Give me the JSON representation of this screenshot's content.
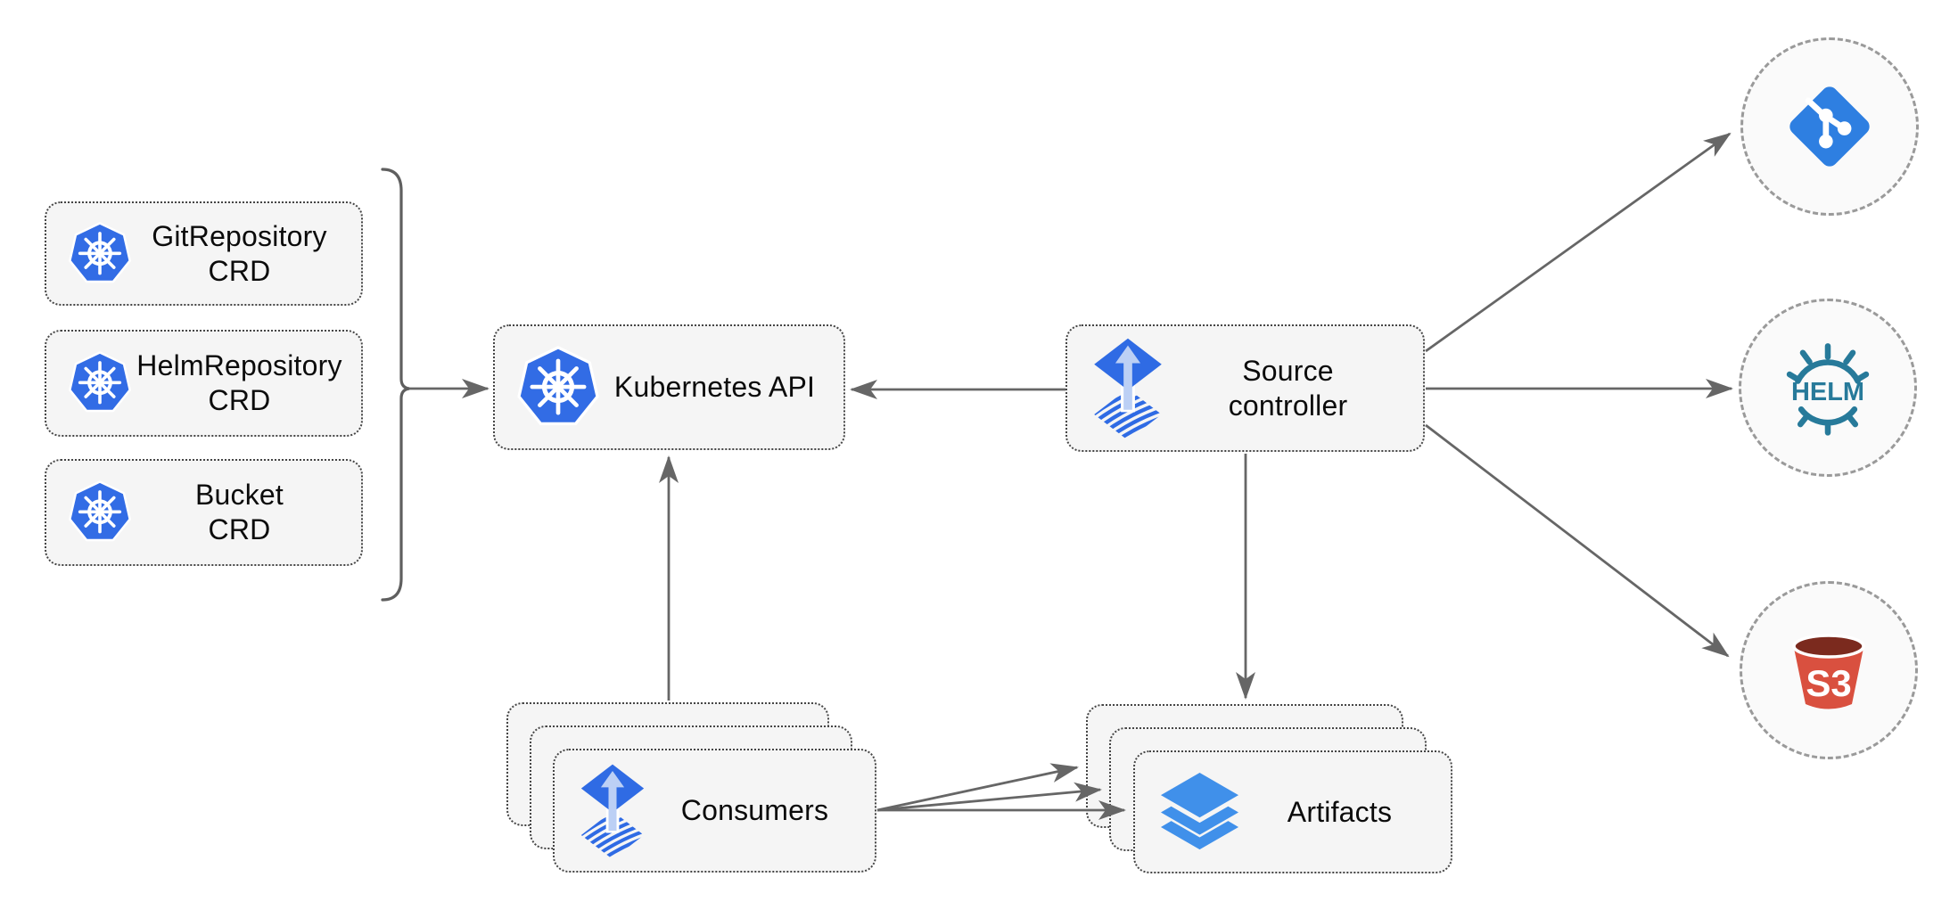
{
  "nodes": {
    "crd_boxes": [
      {
        "line1": "GitRepository",
        "line2": "CRD"
      },
      {
        "line1": "HelmRepository",
        "line2": "CRD"
      },
      {
        "line1": "Bucket",
        "line2": "CRD"
      }
    ],
    "kubernetes_api": {
      "label": "Kubernetes API"
    },
    "source_controller": {
      "line1": "Source",
      "line2": "controller"
    },
    "consumers": {
      "label": "Consumers"
    },
    "artifacts": {
      "label": "Artifacts"
    },
    "external_sources": {
      "git": {
        "icon": "git-icon"
      },
      "helm": {
        "icon": "helm-icon",
        "label": "HELM"
      },
      "s3": {
        "icon": "s3-bucket-icon",
        "label": "S3"
      }
    }
  },
  "connections": [
    {
      "from": "crd-boxes-bracket",
      "to": "kubernetes-api"
    },
    {
      "from": "source-controller",
      "to": "kubernetes-api"
    },
    {
      "from": "consumers",
      "to": "kubernetes-api"
    },
    {
      "from": "source-controller",
      "to": "artifacts"
    },
    {
      "from": "source-controller",
      "to": "git"
    },
    {
      "from": "source-controller",
      "to": "helm"
    },
    {
      "from": "source-controller",
      "to": "s3"
    },
    {
      "from": "consumers",
      "to": "artifacts-back"
    },
    {
      "from": "consumers",
      "to": "artifacts-middle"
    },
    {
      "from": "consumers",
      "to": "artifacts-front"
    }
  ],
  "icons": {
    "kubernetes": "kubernetes-logo-icon",
    "flux": "flux-logo-icon",
    "artifacts": "layers-icon",
    "git": "git-icon",
    "helm": "helm-icon",
    "s3": "s3-bucket-icon"
  },
  "colors": {
    "kubernetes_blue": "#326CE5",
    "flux_blue": "#2F6BE4",
    "flux_arrow_light": "#BCD0F5",
    "layers_blue": "#4090EA",
    "git_blue": "#2E7FE1",
    "helm_teal": "#277A9A",
    "s3_red": "#D9503F",
    "s3_dark_red": "#7B2A1E",
    "node_fill": "#F5F5F5",
    "node_border": "#454545",
    "connector_gray": "#666666",
    "circle_border": "#9A9A9A",
    "circle_fill": "#FAFAFA",
    "text": "#0B0B0B"
  }
}
